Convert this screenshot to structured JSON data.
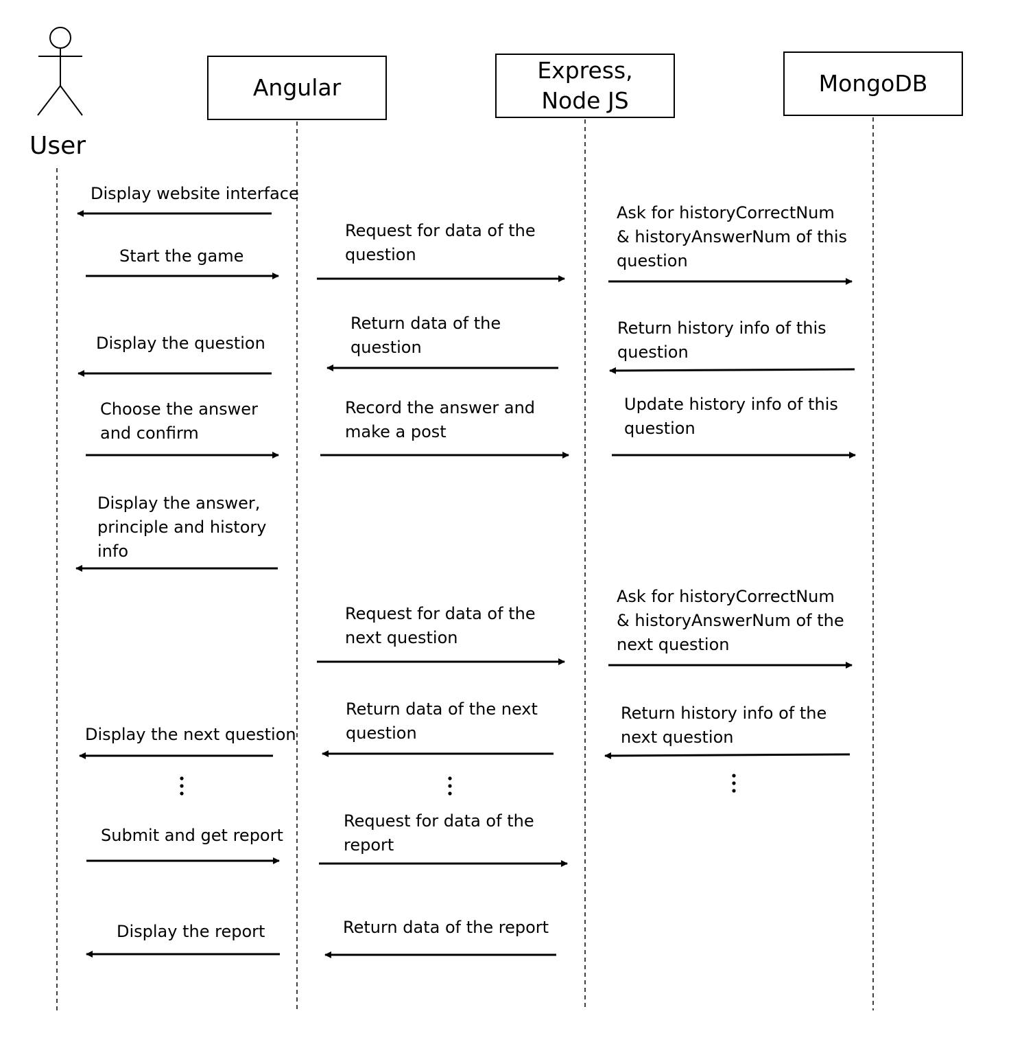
{
  "diagram": {
    "actor": {
      "label": "User"
    },
    "participants": [
      {
        "id": "angular",
        "lines": [
          "Angular"
        ]
      },
      {
        "id": "express",
        "lines": [
          "Express,",
          "Node JS"
        ]
      },
      {
        "id": "mongodb",
        "lines": [
          "MongoDB"
        ]
      }
    ],
    "messages": [
      {
        "id": "m01",
        "from": "Angular",
        "to": "User",
        "lines": [
          "Display website interface"
        ]
      },
      {
        "id": "m02",
        "from": "User",
        "to": "Angular",
        "lines": [
          "Start the game"
        ]
      },
      {
        "id": "m03",
        "from": "Angular",
        "to": "Express, Node JS",
        "lines": [
          "Request for data of the",
          "question"
        ]
      },
      {
        "id": "m04",
        "from": "Express, Node JS",
        "to": "MongoDB",
        "lines": [
          "Ask for historyCorrectNum",
          "& historyAnswerNum of this",
          "question"
        ]
      },
      {
        "id": "m05",
        "from": "Angular",
        "to": "User",
        "lines": [
          "Display the question"
        ]
      },
      {
        "id": "m06",
        "from": "Express, Node JS",
        "to": "Angular",
        "lines": [
          "Return data of the",
          "question"
        ]
      },
      {
        "id": "m07",
        "from": "MongoDB",
        "to": "Express, Node JS",
        "lines": [
          "Return history info of this",
          "question"
        ]
      },
      {
        "id": "m08",
        "from": "User",
        "to": "Angular",
        "lines": [
          "Choose the answer",
          "and confirm"
        ]
      },
      {
        "id": "m09",
        "from": "Angular",
        "to": "Express, Node JS",
        "lines": [
          "Record the answer and",
          "make a post"
        ]
      },
      {
        "id": "m10",
        "from": "Express, Node JS",
        "to": "MongoDB",
        "lines": [
          "Update history info of this",
          "question"
        ]
      },
      {
        "id": "m11",
        "from": "Angular",
        "to": "User",
        "lines": [
          "Display the answer,",
          "principle and history",
          "info"
        ]
      },
      {
        "id": "m12",
        "from": "Angular",
        "to": "Express, Node JS",
        "lines": [
          "Request for data of the",
          "next question"
        ]
      },
      {
        "id": "m13",
        "from": "Express, Node JS",
        "to": "MongoDB",
        "lines": [
          "Ask for historyCorrectNum",
          "& historyAnswerNum of the",
          "next question"
        ]
      },
      {
        "id": "m14",
        "from": "Angular",
        "to": "User",
        "lines": [
          "Display the next question"
        ]
      },
      {
        "id": "m15",
        "from": "Express, Node JS",
        "to": "Angular",
        "lines": [
          "Return data of the next",
          "question"
        ]
      },
      {
        "id": "m16",
        "from": "MongoDB",
        "to": "Express, Node JS",
        "lines": [
          "Return history info of the",
          "next question"
        ]
      },
      {
        "id": "m17",
        "from": "User",
        "to": "Angular",
        "lines": [
          "Submit and get report"
        ]
      },
      {
        "id": "m18",
        "from": "Angular",
        "to": "Express, Node JS",
        "lines": [
          "Request for data of the",
          "report"
        ]
      },
      {
        "id": "m19",
        "from": "Angular",
        "to": "User",
        "lines": [
          "Display the report"
        ]
      },
      {
        "id": "m20",
        "from": "Express, Node JS",
        "to": "Angular",
        "lines": [
          "Return data of the report"
        ]
      }
    ],
    "ellipsis_count": 3
  }
}
